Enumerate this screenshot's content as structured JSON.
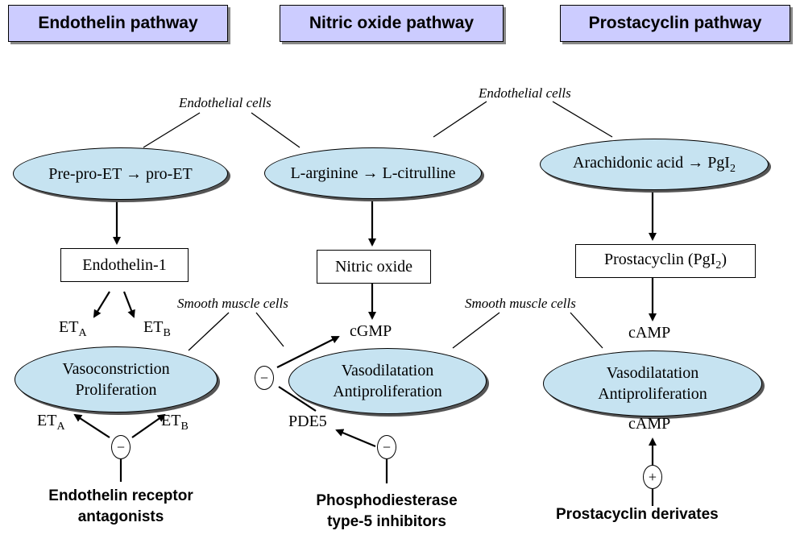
{
  "headers": {
    "endothelin": "Endothelin pathway",
    "nitric": "Nitric oxide pathway",
    "prostacyclin": "Prostacyclin pathway"
  },
  "cell_labels": {
    "endothelial_left": "Endothelial cells",
    "endothelial_right": "Endothelial cells",
    "smooth_left": "Smooth muscle cells",
    "smooth_right": "Smooth muscle cells"
  },
  "endothelin": {
    "precursor_a": "Pre-pro-ET",
    "arrow": "→",
    "precursor_b": "pro-ET",
    "product": "Endothelin-1",
    "receptor_a": "ET",
    "receptor_a_sub": "A",
    "receptor_b": "ET",
    "receptor_b_sub": "B",
    "effect_1": "Vasoconstriction",
    "effect_2": "Proliferation",
    "drug_1": "Endothelin receptor",
    "drug_2": "antagonists"
  },
  "nitric": {
    "precursor_a": "L-arginine",
    "arrow": "→",
    "precursor_b": "L-citrulline",
    "product": "Nitric oxide",
    "messenger": "cGMP",
    "enzyme": "PDE5",
    "effect_1": "Vasodilatation",
    "effect_2": "Antiproliferation",
    "drug_1": "Phosphodiesterase",
    "drug_2": "type-5 inhibitors"
  },
  "prostacyclin": {
    "precursor_a": "Arachidonic acid",
    "arrow": "→",
    "precursor_b": "PgI",
    "precursor_b_sub": "2",
    "product": "Prostacyclin (PgI",
    "product_sub": "2",
    "product_close": ")",
    "messenger_top": "cAMP",
    "messenger_bottom": "cAMP",
    "effect_1": "Vasodilatation",
    "effect_2": "Antiproliferation",
    "drug": "Prostacyclin derivates"
  },
  "signs": {
    "minus": "−",
    "plus": "+"
  }
}
